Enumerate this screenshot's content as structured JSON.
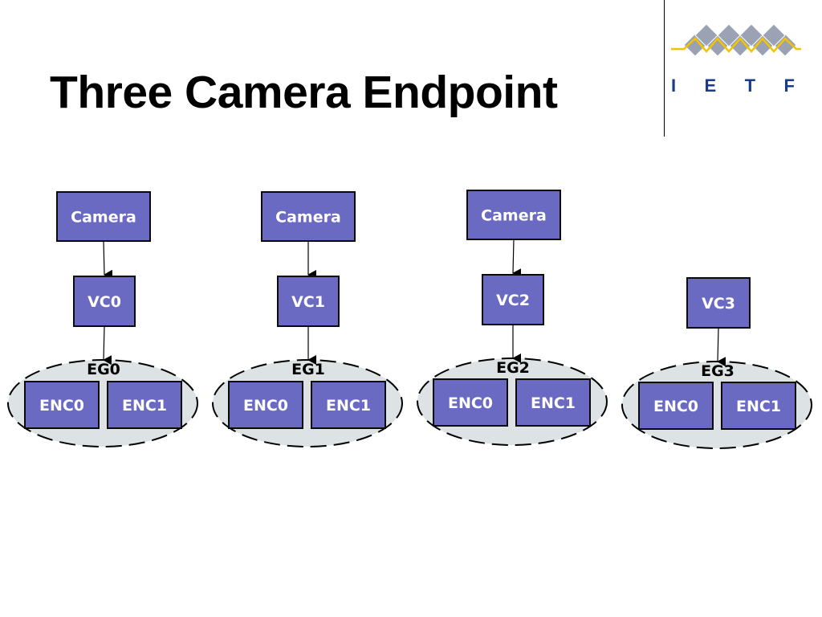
{
  "title": "Three Camera Endpoint",
  "logo": {
    "letters": [
      "I",
      "E",
      "T",
      "F"
    ],
    "colors": {
      "diamond": "#9aa2b4",
      "zigzag": "#f2c400",
      "letters": "#1a3a8a"
    }
  },
  "colors": {
    "box_fill": "#6a6ac2",
    "box_stroke": "#0a0a0a",
    "box_text": "#ffffff",
    "group_fill": "#dde3e5",
    "line": "#000000"
  },
  "columns": [
    {
      "camera": "Camera",
      "vc": "VC0",
      "eg": "EG0",
      "encoders": [
        "ENC0",
        "ENC1"
      ]
    },
    {
      "camera": "Camera",
      "vc": "VC1",
      "eg": "EG1",
      "encoders": [
        "ENC0",
        "ENC1"
      ]
    },
    {
      "camera": "Camera",
      "vc": "VC2",
      "eg": "EG2",
      "encoders": [
        "ENC0",
        "ENC1"
      ]
    },
    {
      "camera": "",
      "vc": "VC3",
      "eg": "EG3",
      "encoders": [
        "ENC0",
        "ENC1"
      ]
    }
  ]
}
